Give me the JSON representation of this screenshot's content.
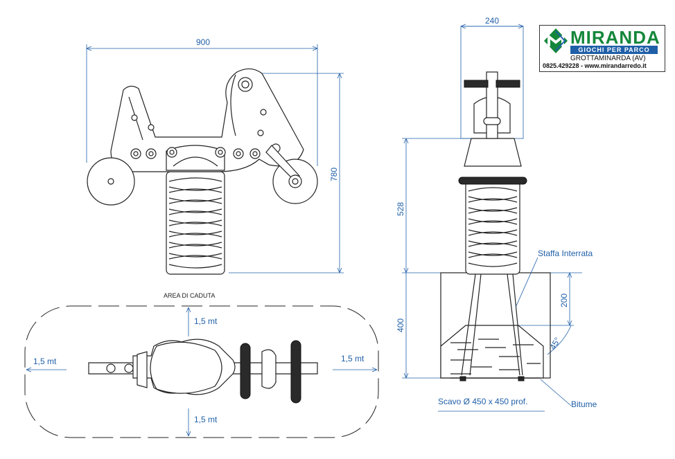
{
  "logo": {
    "brand": "MIRANDA",
    "tagline": "GIOCHI PER PARCO",
    "city": "GROTTAMINARDA (AV)",
    "contact": "0825.429228 - www.mirandarredo.it",
    "brand_color": "#14873a",
    "accent_color": "#1f5fa8"
  },
  "front_view": {
    "width_label": "900",
    "height_label": "780"
  },
  "side_view": {
    "width_label": "240",
    "height_label": "528",
    "depth_label": "400",
    "staffa_depth_label": "200",
    "angle_label": "45°",
    "staffa_label": "Staffa Interrata",
    "bitume_label": "Bitume",
    "scavo_label": "Scavo Ø 450 x 450 prof."
  },
  "safety_area": {
    "title": "AREA DI CADUTA",
    "top_label": "1,5 mt",
    "bottom_label": "1,5 mt",
    "left_label": "1,5 mt",
    "right_label": "1,5 mt"
  }
}
